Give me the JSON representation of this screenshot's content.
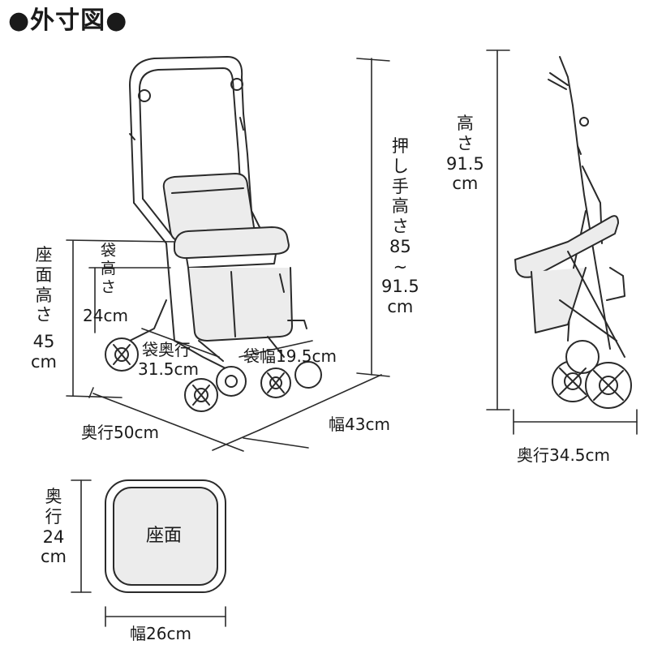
{
  "title": "●外寸図●",
  "labels": {
    "seat_height": [
      "座",
      "面",
      "高",
      "さ",
      "45",
      "cm"
    ],
    "bag_height": [
      "袋",
      "高",
      "さ"
    ],
    "bag_height_value": "24cm",
    "bag_depth": "袋奥行",
    "bag_depth_value": "31.5cm",
    "bag_width": "袋幅19.5cm",
    "handle_height": [
      "押",
      "し",
      "手",
      "高",
      "さ",
      "85",
      "~",
      "91.5",
      "cm"
    ],
    "depth_front": "奥行50cm",
    "width_front": "幅43cm",
    "side_height": [
      "高",
      "さ",
      "91.5",
      "cm"
    ],
    "depth_side": "奥行34.5cm",
    "seat_depth": [
      "奥",
      "行",
      "24",
      "cm"
    ],
    "seat_face": "座面",
    "seat_width": "幅26cm"
  },
  "colors": {
    "line": "#2a2a2a",
    "fill_light": "#ececec",
    "fill_mid": "#d8d8d8"
  }
}
